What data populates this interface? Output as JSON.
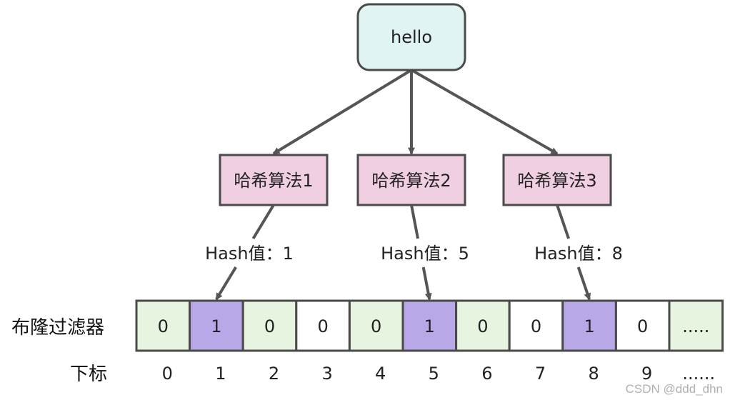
{
  "colors": {
    "root_fill": "#e0f5f3",
    "hash_fill": "#f0cfe2",
    "cell_green": "#e6f4e0",
    "cell_white": "#ffffff",
    "cell_purple": "#b9a8e8",
    "stroke": "#4a4a4a",
    "arrow": "#555555"
  },
  "root": {
    "label": "hello"
  },
  "hash_functions": [
    {
      "label": "哈希算法1",
      "hash_label": "Hash值：1",
      "target_index": 1
    },
    {
      "label": "哈希算法2",
      "hash_label": "Hash值：5",
      "target_index": 5
    },
    {
      "label": "哈希算法3",
      "hash_label": "Hash值：8",
      "target_index": 8
    }
  ],
  "filter": {
    "label": "布隆过滤器",
    "cells": [
      {
        "value": "0",
        "style": "green"
      },
      {
        "value": "1",
        "style": "purple"
      },
      {
        "value": "0",
        "style": "green"
      },
      {
        "value": "0",
        "style": "white"
      },
      {
        "value": "0",
        "style": "green"
      },
      {
        "value": "1",
        "style": "purple"
      },
      {
        "value": "0",
        "style": "green"
      },
      {
        "value": "0",
        "style": "white"
      },
      {
        "value": "1",
        "style": "purple"
      },
      {
        "value": "0",
        "style": "white"
      },
      {
        "value": ".....",
        "style": "green"
      }
    ]
  },
  "index_row": {
    "label": "下标",
    "indices": [
      "0",
      "1",
      "2",
      "3",
      "4",
      "5",
      "6",
      "7",
      "8",
      "9",
      "......"
    ]
  },
  "watermark": "CSDN @ddd_dhn"
}
